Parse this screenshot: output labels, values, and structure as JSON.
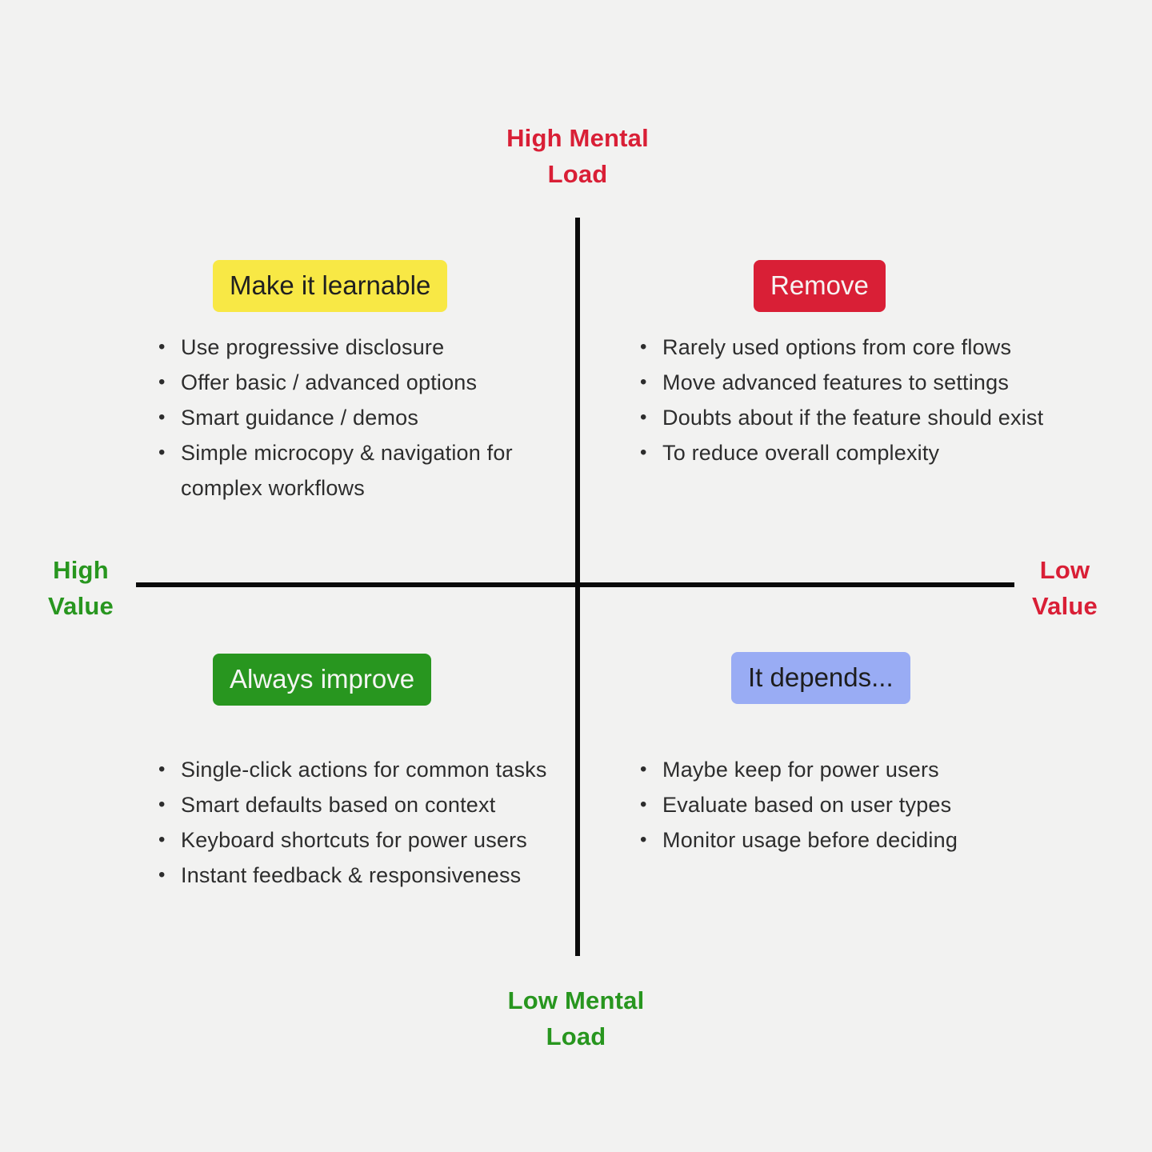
{
  "colors": {
    "background": "#f2f2f1",
    "axis_line": "#0b0b0b",
    "red": "#d91f36",
    "green": "#28961f",
    "badge_yellow": "#f8e845",
    "badge_blue": "#99acf4",
    "body_text": "#2d2d2d"
  },
  "axis_labels": {
    "top": "High Mental\nLoad",
    "bottom": "Low Mental\nLoad",
    "left": "High\nValue",
    "right": "Low\nValue"
  },
  "quadrants": {
    "top_left": {
      "title": "Make it learnable",
      "items": [
        "Use progressive disclosure",
        "Offer basic / advanced options",
        "Smart guidance / demos",
        "Simple microcopy & navigation for complex workflows"
      ]
    },
    "top_right": {
      "title": "Remove",
      "items": [
        "Rarely used options from core flows",
        "Move advanced features to settings",
        "Doubts about if the feature should exist",
        "To reduce overall complexity"
      ]
    },
    "bottom_left": {
      "title": "Always improve",
      "items": [
        "Single-click actions for common tasks",
        "Smart defaults based on context",
        "Keyboard shortcuts for power users",
        "Instant feedback & responsiveness"
      ]
    },
    "bottom_right": {
      "title": "It depends...",
      "items": [
        "Maybe keep for power users",
        "Evaluate based on user types",
        "Monitor usage before deciding"
      ]
    }
  }
}
